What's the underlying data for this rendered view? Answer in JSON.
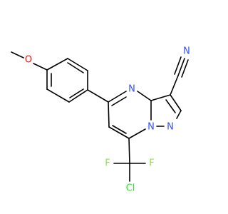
{
  "molecule": {
    "atoms": {
      "methoxy_o": {
        "text": "O",
        "color": "#ff0d0d"
      },
      "n4": {
        "text": "N",
        "color": "#3050f8"
      },
      "nitrile_n": {
        "text": "N",
        "color": "#3050f8"
      },
      "n7a": {
        "text": "N",
        "color": "#3050f8"
      },
      "n1": {
        "text": "N",
        "color": "#3050f8"
      },
      "f_left": {
        "text": "F",
        "color": "#90e050"
      },
      "f_right": {
        "text": "F",
        "color": "#90e050"
      },
      "cl": {
        "text": "Cl",
        "color": "#1ff01f"
      }
    }
  }
}
